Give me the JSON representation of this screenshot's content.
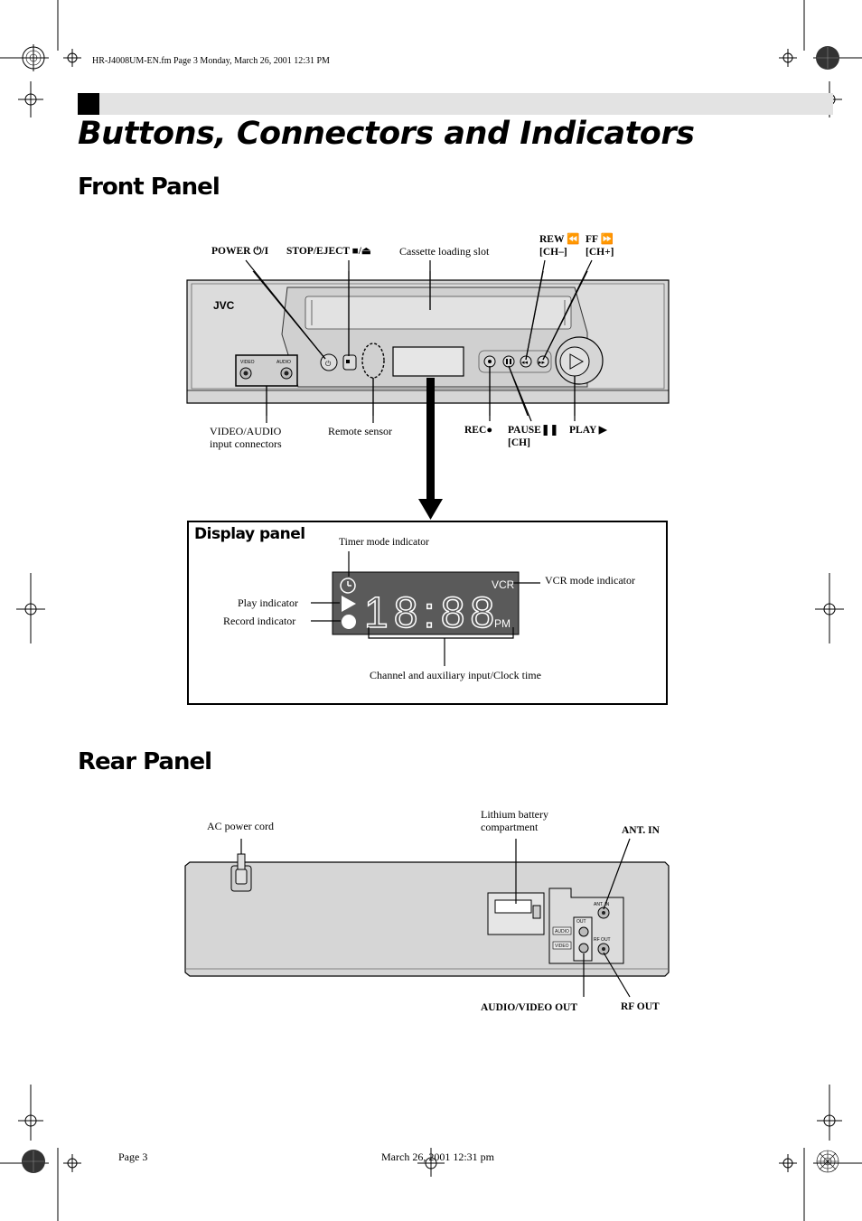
{
  "header": {
    "file_info": "HR-J4008UM-EN.fm  Page 3  Monday, March 26, 2001  12:31 PM"
  },
  "page_title": "Buttons, Connectors and Indicators",
  "front_panel": {
    "heading": "Front Panel",
    "brand_logo": "JVC",
    "labels": {
      "power": "POWER",
      "stop_eject": "STOP/EJECT",
      "cassette_slot": "Cassette loading slot",
      "rew": "REW",
      "rew_ch": "[CH–]",
      "ff": "FF",
      "ff_ch": "[CH+]",
      "video_audio_line1": "VIDEO/AUDIO",
      "video_audio_line2": "input connectors",
      "remote_sensor": "Remote sensor",
      "rec": "REC",
      "pause": "PAUSE",
      "pause_ch": "[CH]",
      "play": "PLAY"
    },
    "jack_labels": {
      "video": "VIDEO",
      "audio": "AUDIO"
    }
  },
  "display_panel": {
    "heading": "Display panel",
    "timer_mode": "Timer mode indicator",
    "vcr_mode": "VCR mode indicator",
    "play_indicator": "Play indicator",
    "record_indicator": "Record indicator",
    "channel_clock": "Channel and auxiliary input/Clock time",
    "display_vcr": "VCR",
    "display_pm": "PM",
    "display_digits": "18:88"
  },
  "rear_panel": {
    "heading": "Rear Panel",
    "labels": {
      "ac_power_cord": "AC power cord",
      "lithium_line1": "Lithium battery",
      "lithium_line2": "compartment",
      "ant_in": "ANT. IN",
      "audio_video_out": "AUDIO/VIDEO OUT",
      "rf_out": "RF OUT"
    },
    "small_labels": {
      "ant_in": "ANT. IN",
      "out": "OUT",
      "audio": "AUDIO",
      "video": "VIDEO",
      "rf_out": "RF OUT"
    }
  },
  "footer": {
    "page": "Page 3",
    "date": "March 26, 2001 12:31 pm"
  }
}
